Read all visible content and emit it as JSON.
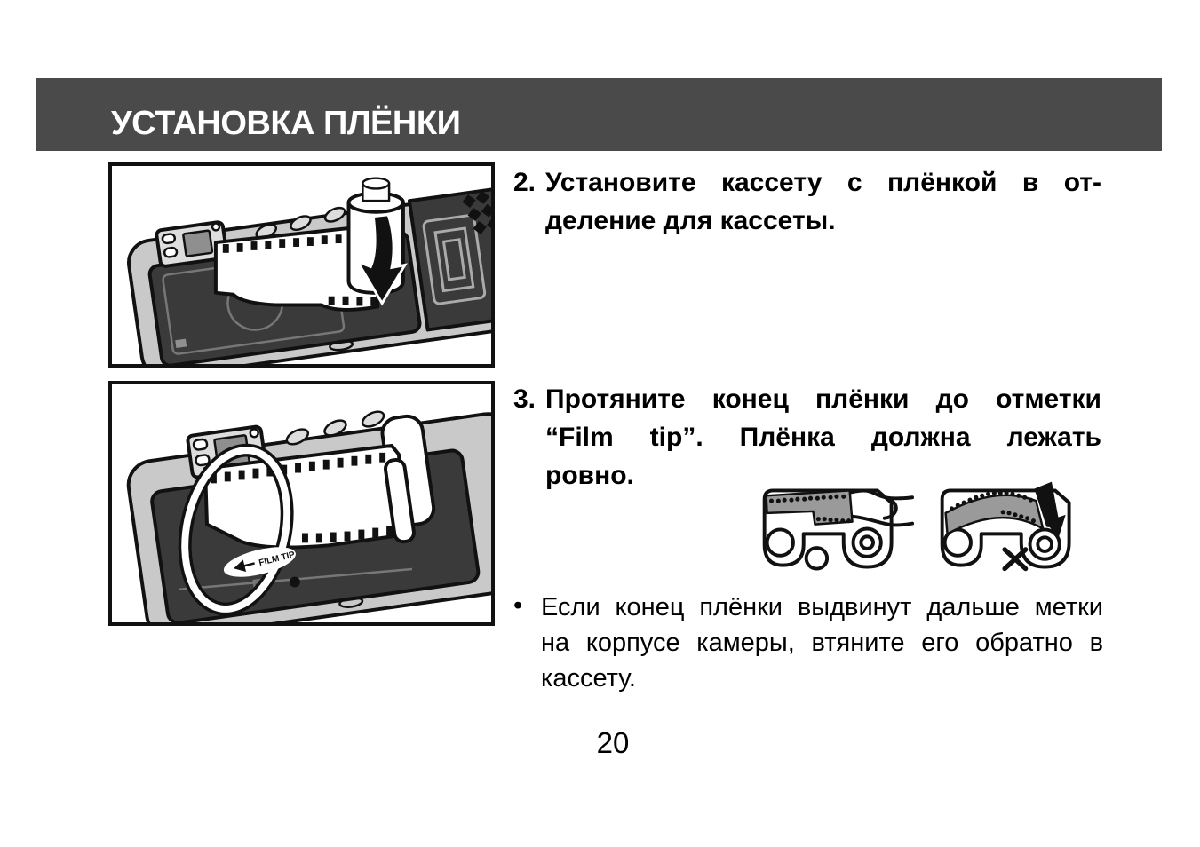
{
  "header": {
    "title": "УСТАНОВКА ПЛЁНКИ"
  },
  "steps": [
    {
      "number": "2.",
      "lines": [
        "Установите кассету с плёнкой в от-",
        "деление для кассеты."
      ]
    },
    {
      "number": "3.",
      "lines": [
        "Протяните конец плёнки до отметки",
        "“Film tip”. Плёнка должна лежать",
        "ровно."
      ]
    }
  ],
  "note": {
    "bullet": "•",
    "lines": [
      "Если конец плёнки выдвинут дальше метки",
      "на корпусе камеры, втяните его обратно в",
      "кассету."
    ]
  },
  "figures": {
    "figure2": {
      "film_tip_label": "FILM TIP"
    },
    "mini_diagram": {
      "correct_mark_icon": "circle-ok-mark",
      "incorrect_mark_icon": "x-cross-mark"
    }
  },
  "page_number": "20",
  "colors": {
    "header-bg": "#4a4a4a",
    "camera-light": "#c9c9c9",
    "camera-dark": "#3a3a3a",
    "film-gray": "#9a9a9a"
  }
}
